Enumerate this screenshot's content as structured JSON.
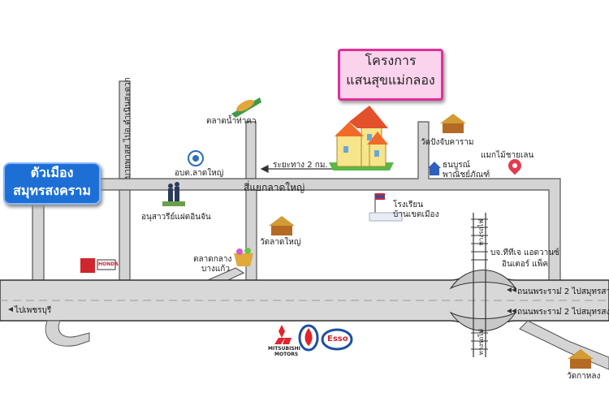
{
  "city": {
    "line1": "ตัวเมือง",
    "line2": "สมุทรสงคราม"
  },
  "project": {
    "line1": "โครงการ",
    "line2": "แสนสุขแม่กลอง"
  },
  "roads": {
    "main_intersection": "สี่แยกลาดใหญ่",
    "distance": "ระยะทาง 2 กม.",
    "side_road_vertical": "บายพาสส ไปอ.ดำเนินสะดวก",
    "rama2_upper": "ถนนพระราม๋ 2 ไปสมุทรสาคร",
    "rama2_lower": "ถนนพระราม๋ 2 ไปสมุทรสงคราม",
    "to_phetchaburi": "ไปเพชรบุรี",
    "rail_label": "ทางรถไฟ"
  },
  "places": {
    "floating_market": "ตลาดน้ำท่าคา",
    "obt": "อบต.ลาดใหญ่",
    "monument": "อนุสาวรีย์แฝดอินจัน",
    "wat_lat_yai": "วัดลาดใหญ่",
    "market_line1": "ตลาดกลาง",
    "market_line2": "บางแก้ว",
    "school_line1": "โรงเรียน",
    "school_line2": "บ้านเขตเมือง",
    "wat_pang": "วัดปังจับคาราม",
    "tanaboon_line1": "ธนบูรณ์",
    "tanaboon_line2": "พาณิชย์ภัณฑ์",
    "restaurant": "แมกไม้ชายเลน",
    "company_line1": "บจ.ทีทีเจ แอดวานซ์",
    "company_line2": "อินเตอร์ แพ็ค",
    "wat_kahlong": "วัดกาหลง",
    "mitsubishi_line1": "MITSUBISHI",
    "mitsubishi_line2": "MOTORS",
    "esso": "Esso",
    "honda": "HONDA"
  },
  "colors": {
    "road": "#d4d4d4",
    "road_edge": "#555555",
    "highway": "#d8d8d8",
    "city_box": "#1d6fd6",
    "project_box": "#fbd3ec",
    "project_border": "#e0309a"
  }
}
